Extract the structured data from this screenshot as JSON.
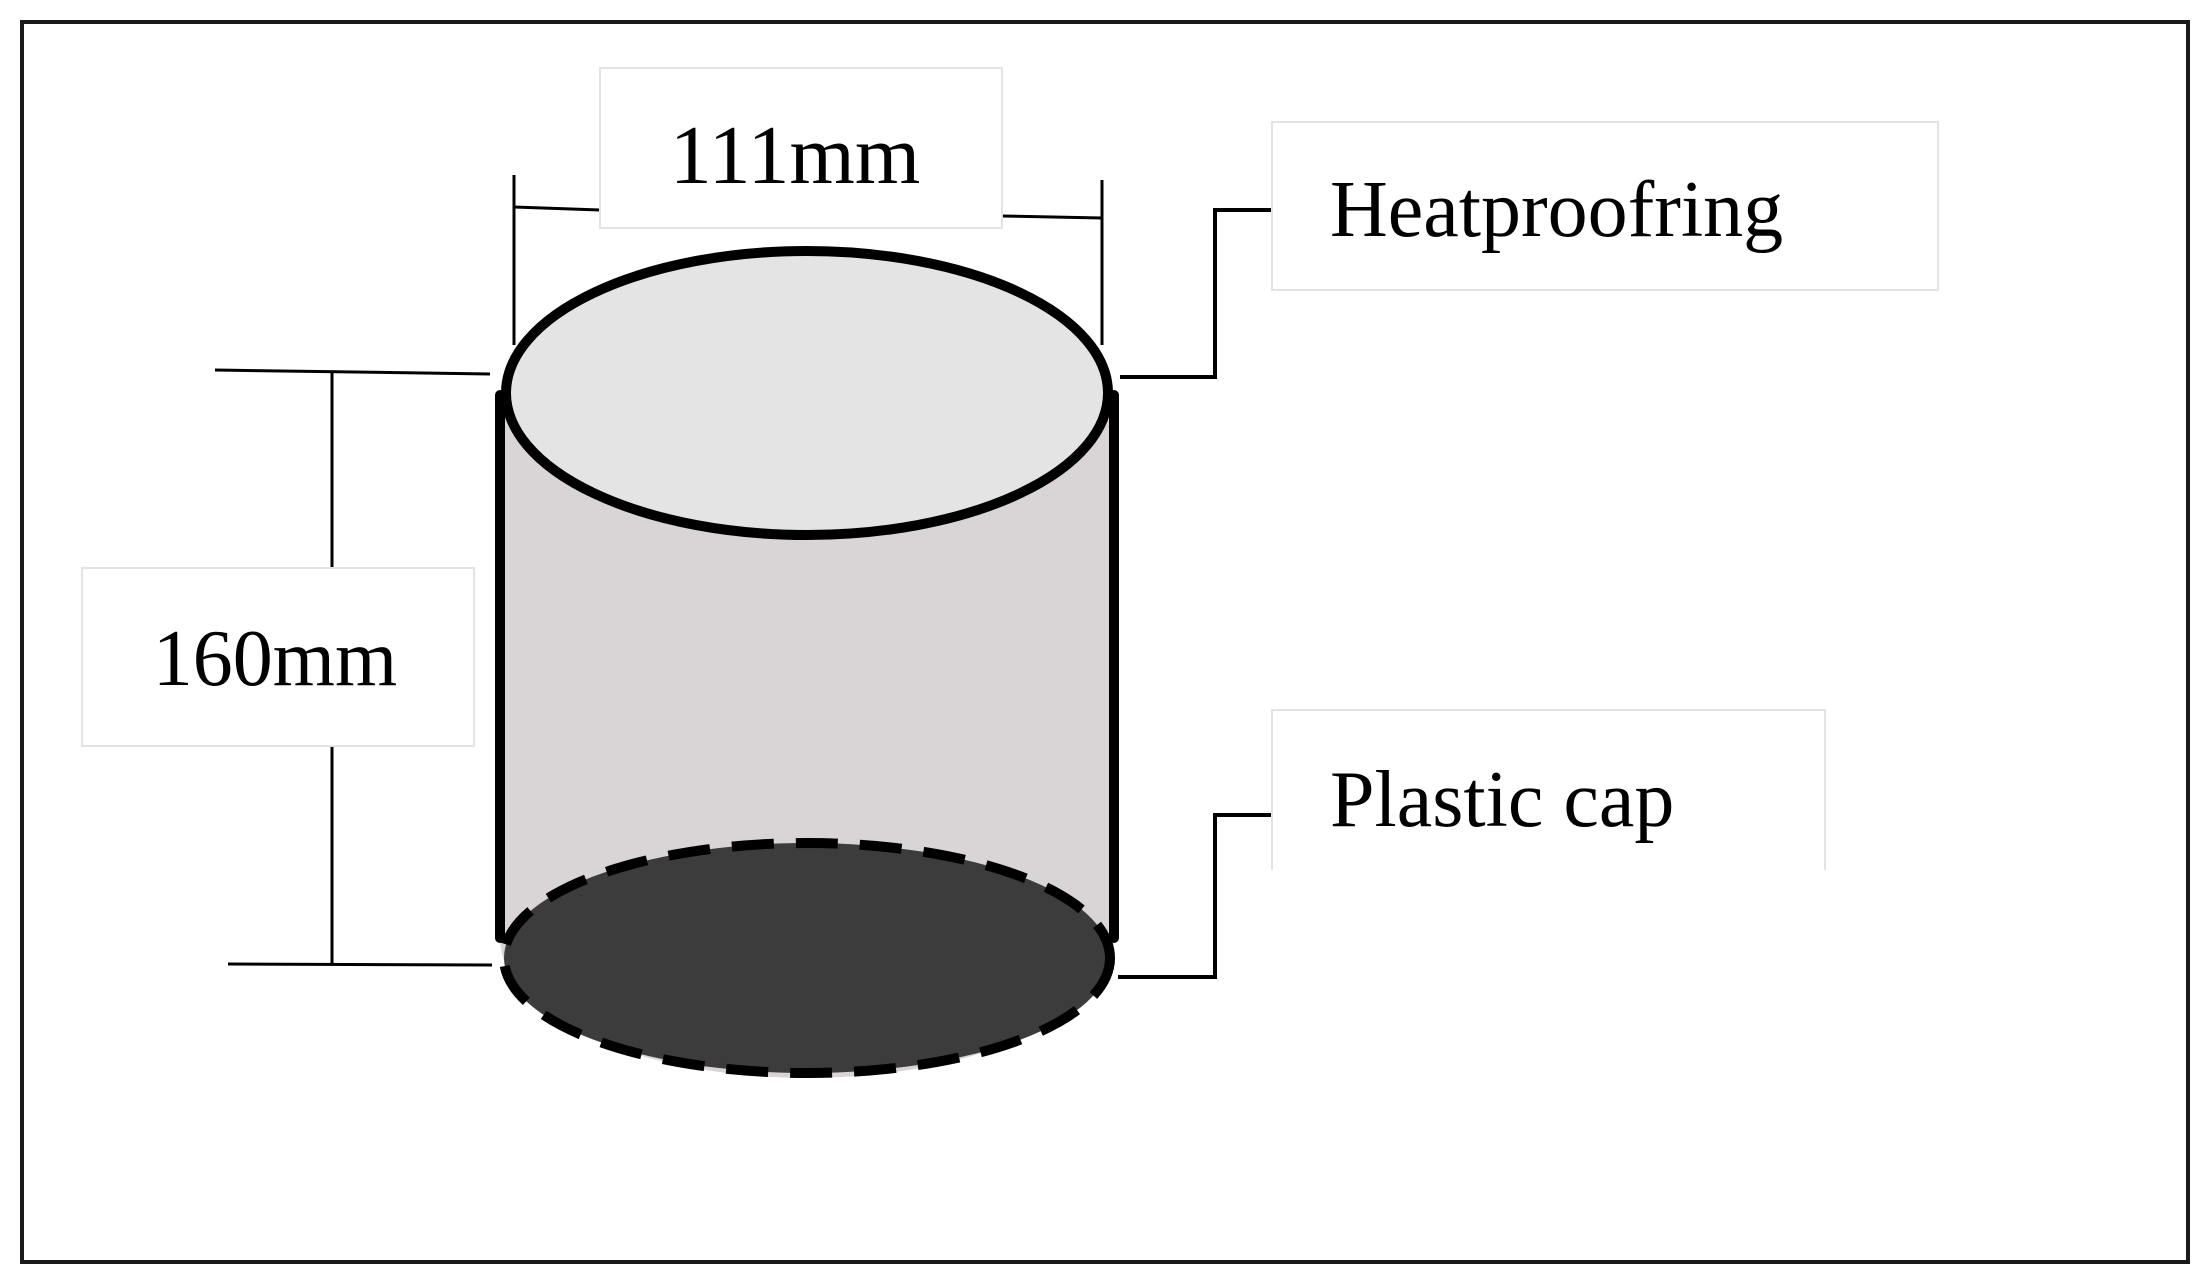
{
  "labels": {
    "width_dimension": "111mm",
    "height_dimension": "160mm",
    "top_part": "Heatproofring",
    "bottom_part": "Plastic cap"
  },
  "colors": {
    "frame": "#1a1a1a",
    "outline": "#000000",
    "top_face_fill": "#e4e4e4",
    "body_fill": "#d9d5d6",
    "bottom_face_fill": "#3c3c3c",
    "label_box_border": "#e3e3e3"
  }
}
